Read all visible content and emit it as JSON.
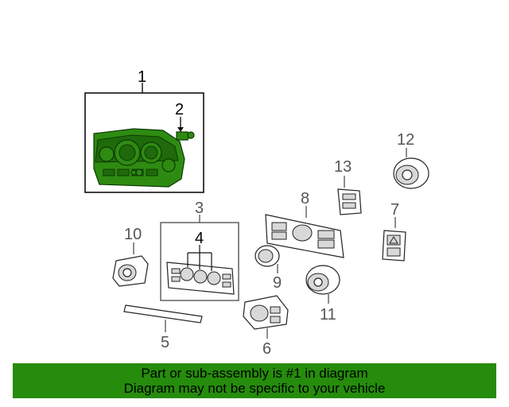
{
  "callouts": {
    "c1": "1",
    "c2": "2",
    "c3": "3",
    "c4": "4",
    "c5": "5",
    "c6": "6",
    "c7": "7",
    "c8": "8",
    "c9": "9",
    "c10": "10",
    "c11": "11",
    "c12": "12",
    "c13": "13"
  },
  "banner": {
    "line1": "Part or sub-assembly is #1 in diagram",
    "line2": "Diagram may not be specific to your vehicle"
  },
  "colors": {
    "highlight": "#2e8b12",
    "banner": "#268c0c"
  }
}
